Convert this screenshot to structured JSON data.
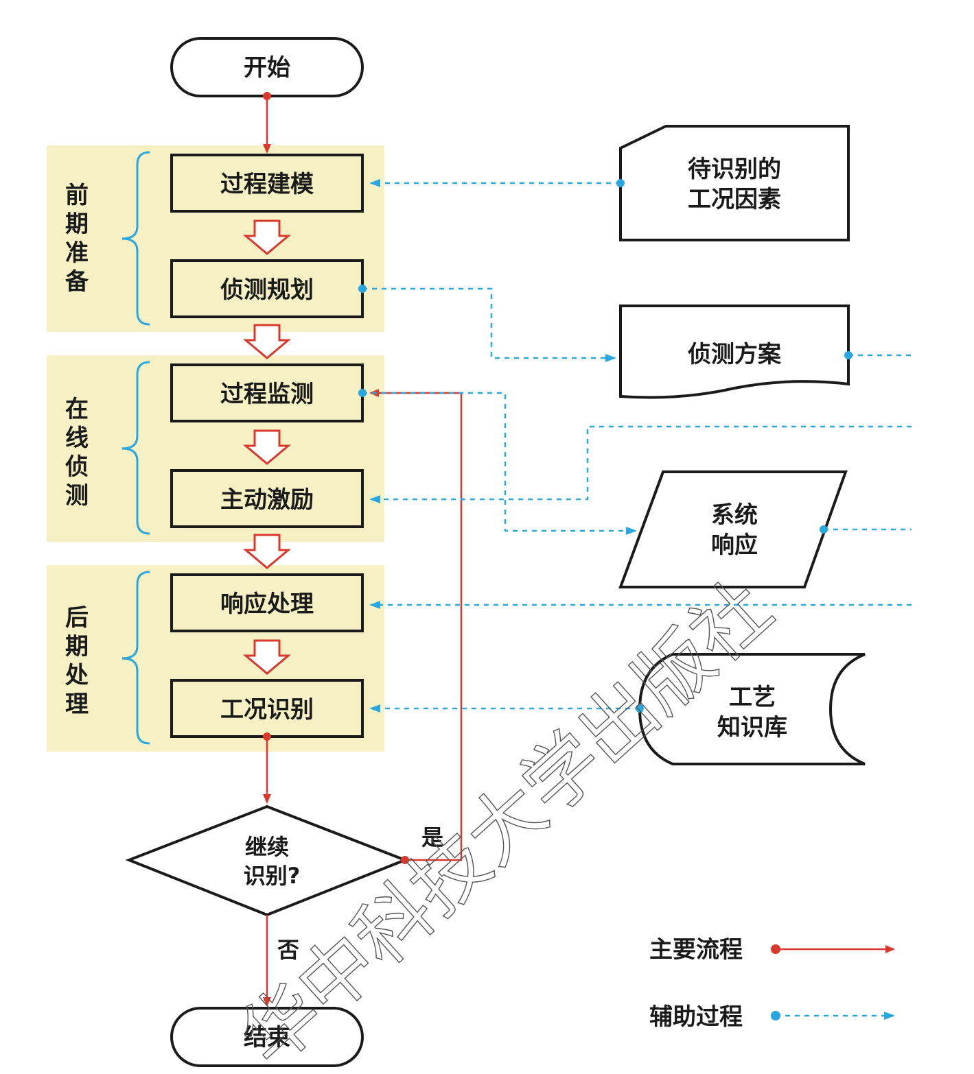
{
  "colors": {
    "main_flow": "#d9392b",
    "aux_flow": "#29a7df",
    "phase_bg": "#f6f1c4",
    "bracket": "#29a7df",
    "node_stroke": "#1a1a1a"
  },
  "nodes": {
    "start": "开始",
    "process_modeling": "过程建模",
    "detection_planning": "侦测规划",
    "process_monitoring": "过程监测",
    "active_excitation": "主动激励",
    "response_processing": "响应处理",
    "condition_recognition": "工况识别",
    "decision": [
      "继续",
      "识别?"
    ],
    "end": "结束"
  },
  "phases": {
    "preparation": [
      "前",
      "期",
      "准",
      "备"
    ],
    "online_detection": [
      "在",
      "线",
      "侦",
      "测"
    ],
    "post_processing": [
      "后",
      "期",
      "处",
      "理"
    ]
  },
  "side_nodes": {
    "factors": [
      "待识别的",
      "工况因素"
    ],
    "plan": "侦测方案",
    "response": [
      "系统",
      "响应"
    ],
    "knowledge_base": [
      "工艺",
      "知识库"
    ]
  },
  "edge_labels": {
    "yes": "是",
    "no": "否"
  },
  "legend": {
    "main": "主要流程",
    "aux": "辅助过程"
  },
  "watermark": "华中科技大学出版社"
}
